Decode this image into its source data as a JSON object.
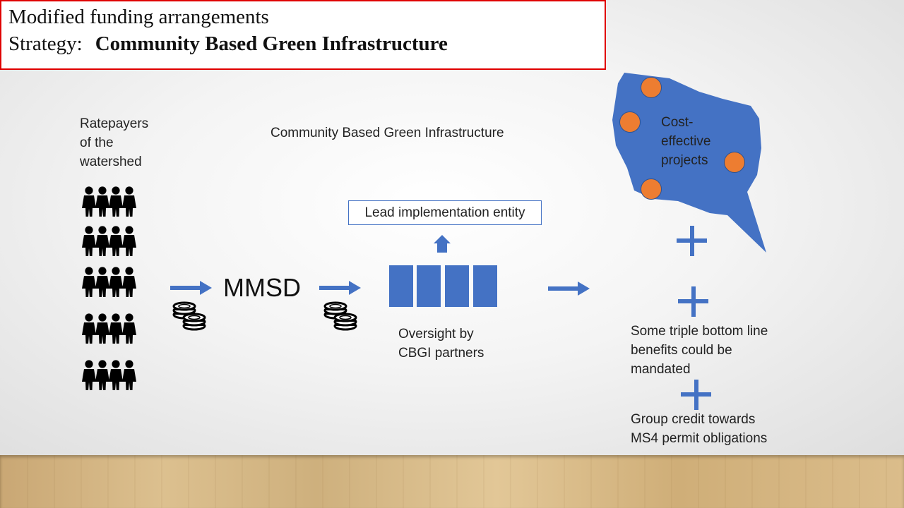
{
  "title": {
    "line1": "Modified funding arrangements",
    "line2_prefix": "Strategy:",
    "line2_strong": "Community Based Green Infrastructure"
  },
  "labels": {
    "ratepayers": [
      "Ratepayers",
      "of the",
      "watershed"
    ],
    "cbgi_header": "Community Based Green Infrastructure",
    "mmsd": "MMSD",
    "lead_entity": "Lead implementation entity",
    "oversight": [
      "Oversight by",
      "CBGI partners"
    ],
    "cost_effective": [
      "Cost-",
      "effective",
      "projects"
    ],
    "triple_bottom": [
      "Some triple bottom line",
      "benefits could be",
      "mandated"
    ],
    "group_credit": [
      "Group credit towards",
      "MS4 permit obligations"
    ]
  },
  "icons": {
    "people_rows": 5,
    "people": "people-group-icon",
    "coins": "coins-icon",
    "arrow": "arrow-right-icon",
    "plus": "plus-icon",
    "map": "watershed-map-icon"
  },
  "colors": {
    "accent_blue": "#4472c4",
    "project_orange": "#ed7d31",
    "title_border": "#e00000"
  }
}
